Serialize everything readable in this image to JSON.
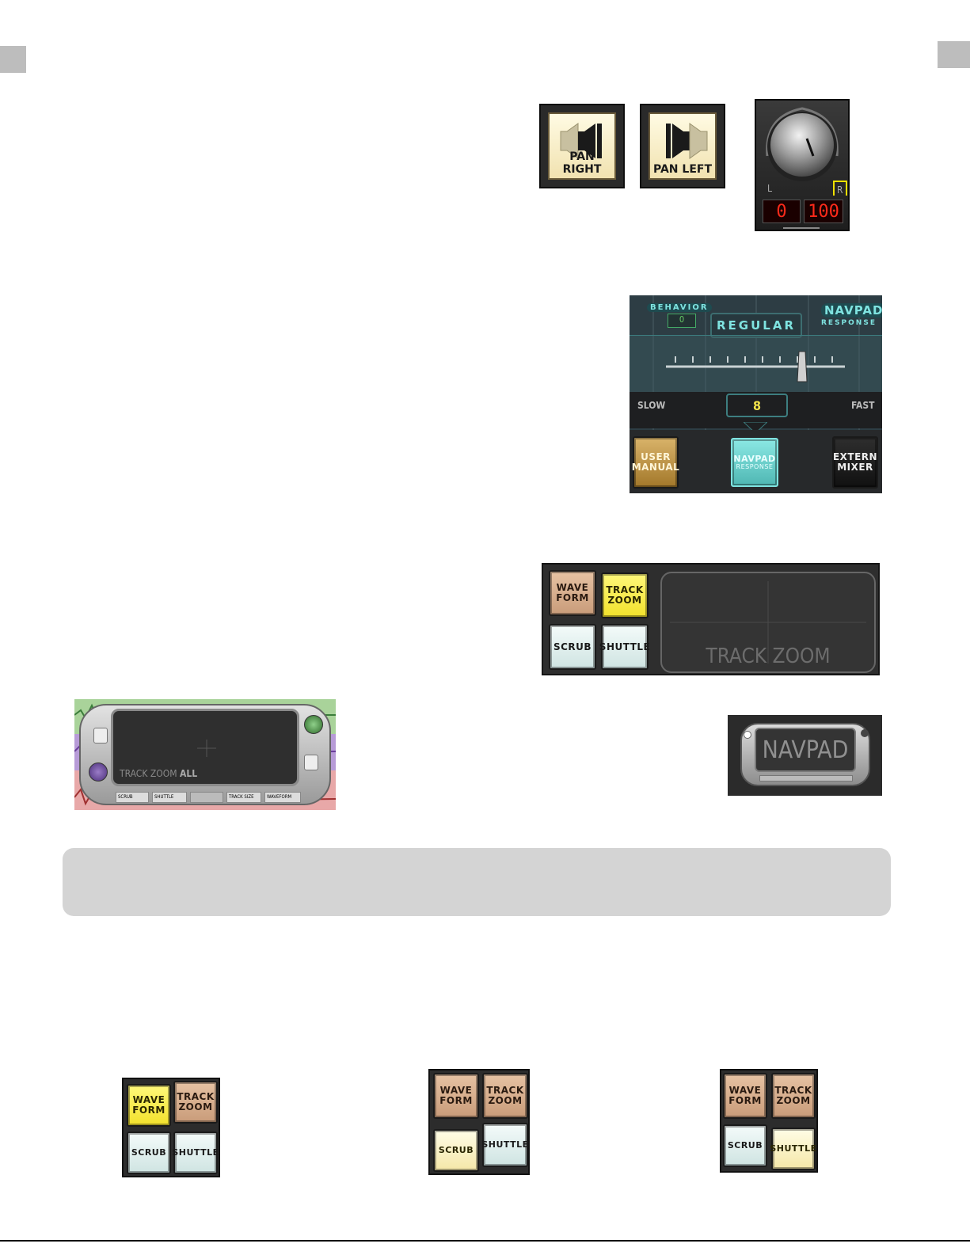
{
  "pan": {
    "right_label": "PAN RIGHT",
    "left_label": "PAN LEFT"
  },
  "knob": {
    "left_letter": "L",
    "right_letter": "R",
    "left_value": "0",
    "right_value": "100"
  },
  "navpad_response": {
    "behavior_label": "BEHAVIOR",
    "behavior_value": "0",
    "navpad_title": "NAVPAD",
    "response_sub": "RESPONSE",
    "mode": "REGULAR",
    "slow": "SLOW",
    "fast": "FAST",
    "value": "8",
    "user_manual": "USER\nMANUAL",
    "navpad_button": "NAVPAD",
    "navpad_button_sub": "RESPONSE",
    "extern_mixer": "EXTERN\nMIXER"
  },
  "track_zoom_panel": {
    "wave_form": "WAVE\nFORM",
    "track_zoom": "TRACK\nZOOM",
    "scrub": "SCRUB",
    "shuttle": "SHUTTLE",
    "screen_label": "TRACK ZOOM"
  },
  "device": {
    "screen_label_a": "TRACK ZOOM",
    "screen_label_b": "ALL",
    "bottom_scrub": "SCRUB",
    "bottom_shuttle": "SHUTTLE",
    "bottom_track_size": "TRACK SIZE",
    "bottom_waveform": "WAVEFORM"
  },
  "navpad_icon": {
    "label": "NAVPAD"
  },
  "mode_groups": [
    {
      "wave_form": "WAVE\nFORM",
      "track_zoom": "TRACK\nZOOM",
      "scrub": "SCRUB",
      "shuttle": "SHUTTLE"
    },
    {
      "wave_form": "WAVE\nFORM",
      "track_zoom": "TRACK\nZOOM",
      "scrub": "SCRUB",
      "shuttle": "SHUTTLE"
    },
    {
      "wave_form": "WAVE\nFORM",
      "track_zoom": "TRACK\nZOOM",
      "scrub": "SCRUB",
      "shuttle": "SHUTTLE"
    }
  ],
  "colors": {
    "tan": "#d9b08f",
    "yellow": "#f7ec4a",
    "white": "#e6f2f1",
    "cream": "#fbf1c4",
    "teal": "#7fe3e0",
    "caption_box": "#d4d4d4"
  }
}
